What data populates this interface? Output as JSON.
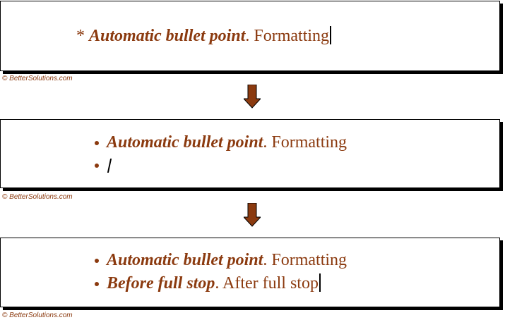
{
  "copyright": "© BetterSolutions.com",
  "colors": {
    "text": "#8b3a0f",
    "arrow": "#8b3a0f",
    "border": "#000000",
    "caret": "#000000"
  },
  "step1": {
    "asterisk": "* ",
    "bold_text": "Automatic bullet point",
    "rest_text": ". Formatting"
  },
  "step2": {
    "line1_bold": "Automatic bullet point",
    "line1_rest": ". Formatting"
  },
  "step3": {
    "line1_bold": "Automatic bullet point",
    "line1_rest": ". Formatting",
    "line2_bold": "Before full stop",
    "line2_rest": ". After full stop"
  },
  "icons": {
    "arrow_icon": "down-arrow-icon",
    "bullet_icon": "bullet-icon"
  }
}
